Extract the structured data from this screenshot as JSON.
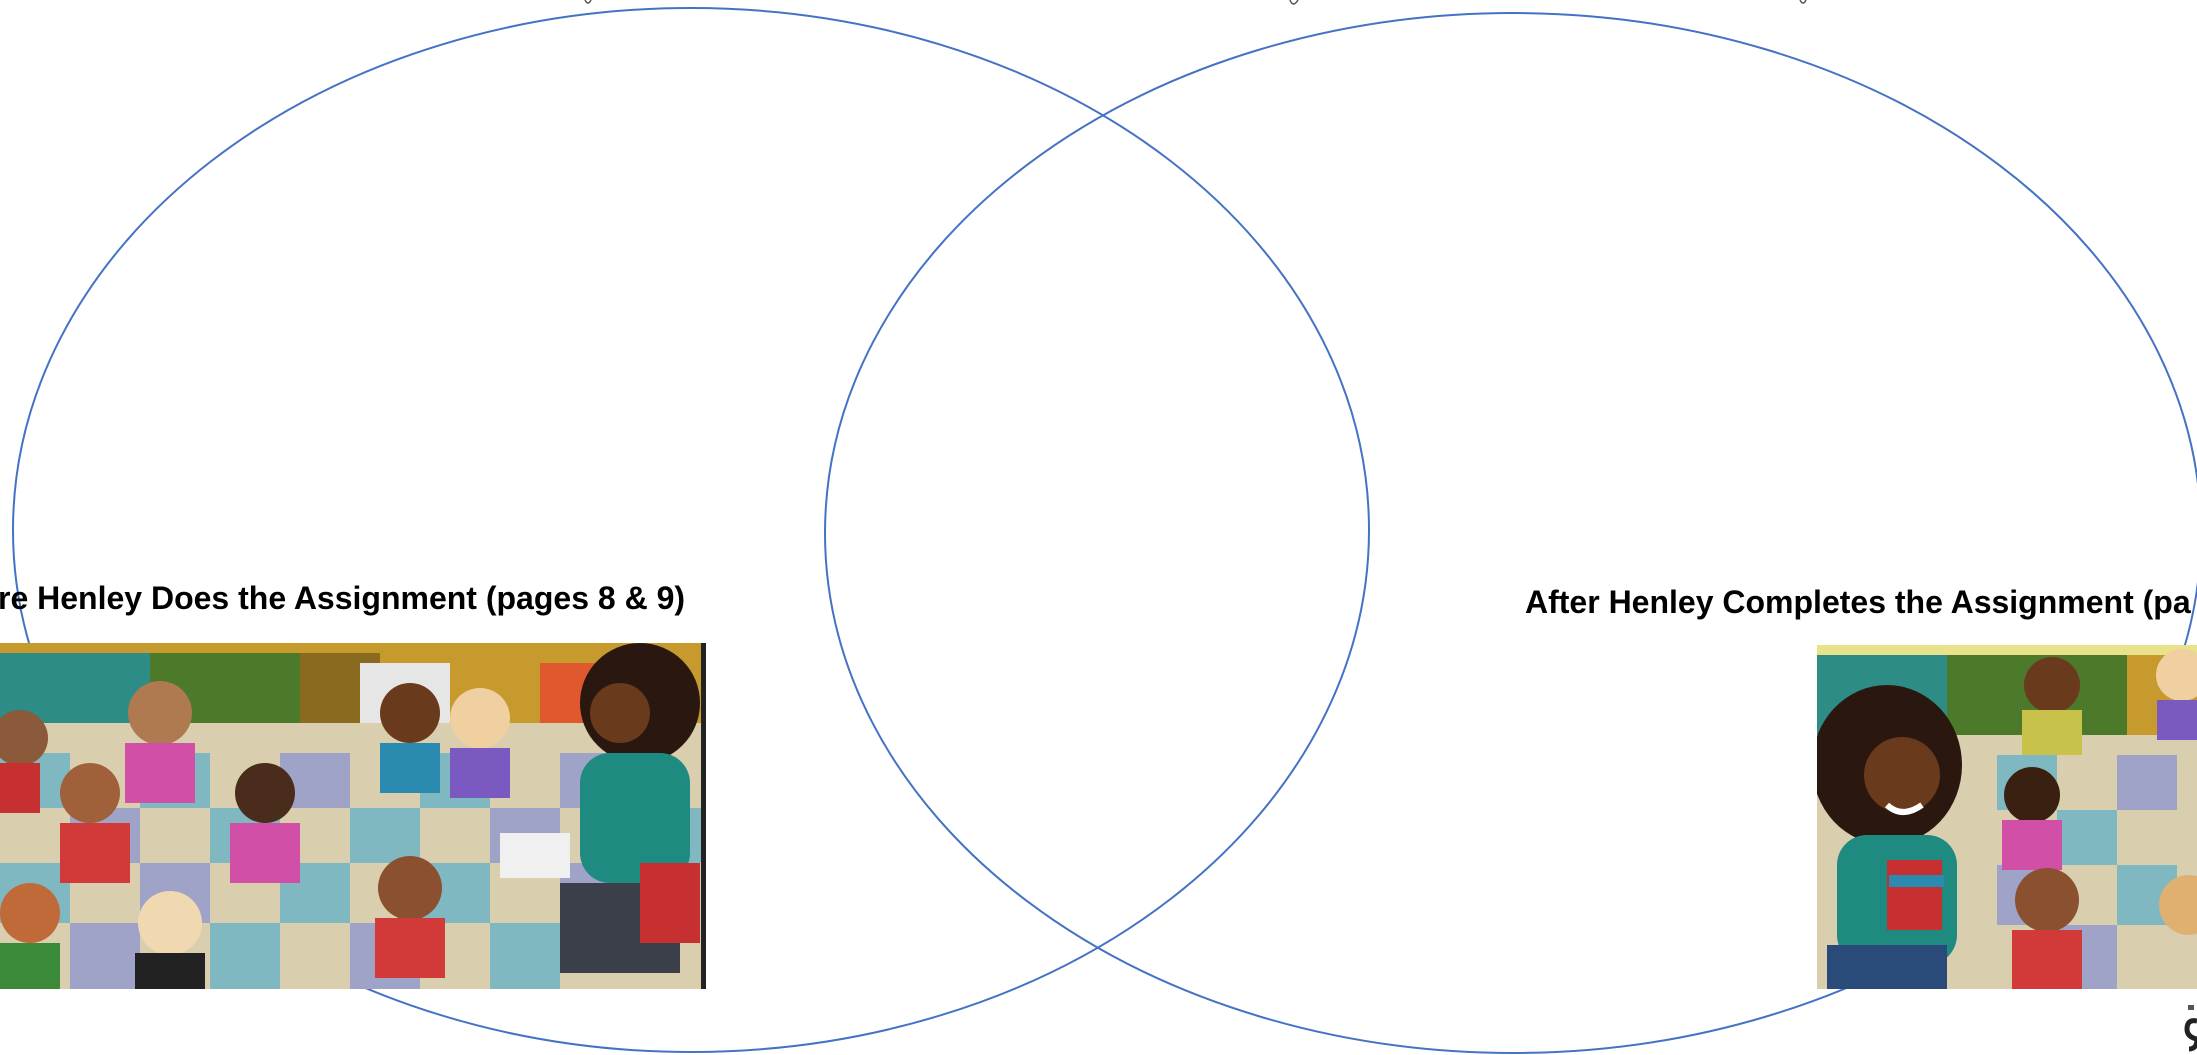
{
  "diagram": {
    "type": "venn",
    "circles": [
      {
        "name": "left-circle"
      },
      {
        "name": "right-circle"
      }
    ],
    "outline_color": "#4472c4"
  },
  "captions": {
    "left": "re Henley Does the Assignment (pages 8 & 9)",
    "right": "After Henley Completes the Assignment  (pa"
  },
  "illustrations": {
    "left": {
      "subject": "classroom-reading-circle",
      "description_icon": "classroom-illustration"
    },
    "right": {
      "subject": "teacher-holding-books",
      "description_icon": "classroom-illustration"
    }
  },
  "colors": {
    "text": "#000000",
    "background": "#ffffff",
    "wall_teal": "#2e8c86",
    "cabinet_green": "#4c7a2a",
    "floor_tan": "#d9cfae",
    "floor_blue": "#7fb8c0",
    "teacher_shirt": "#1f8a80"
  }
}
